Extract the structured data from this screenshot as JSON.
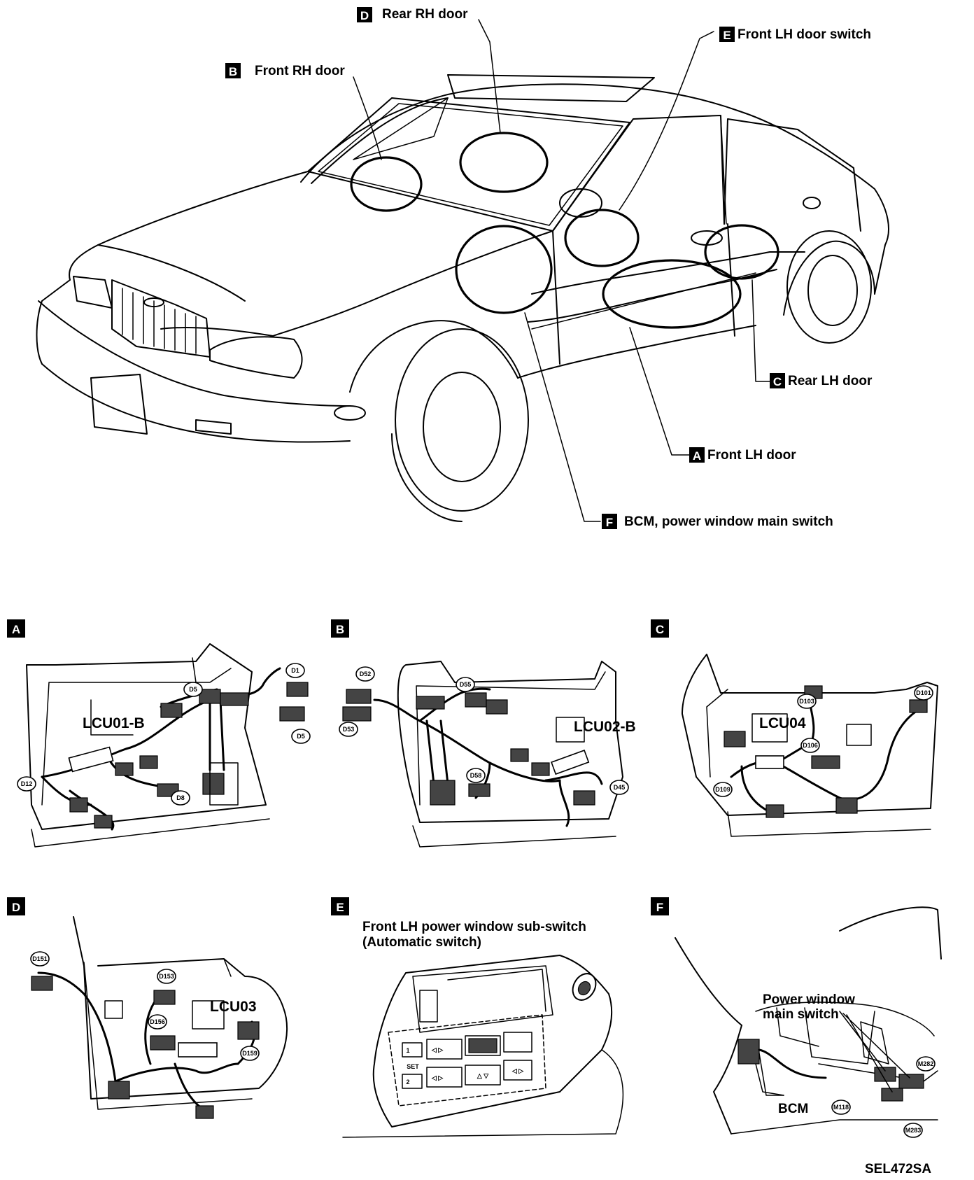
{
  "overview": {
    "callouts": [
      {
        "letter": "D",
        "label": "Rear RH door"
      },
      {
        "letter": "B",
        "label": "Front RH door"
      },
      {
        "letter": "E",
        "label": "Front LH door switch"
      },
      {
        "letter": "C",
        "label": "Rear LH door"
      },
      {
        "letter": "A",
        "label": "Front LH door"
      },
      {
        "letter": "F",
        "label": "BCM, power window main switch"
      }
    ]
  },
  "panels": {
    "A": {
      "letter": "A",
      "unit": "LCU01-B",
      "connectors": [
        "D1",
        "D5",
        "D5",
        "D12",
        "D8"
      ]
    },
    "B": {
      "letter": "B",
      "unit": "LCU02-B",
      "connectors": [
        "D52",
        "D55",
        "D53",
        "D58",
        "D45"
      ]
    },
    "C": {
      "letter": "C",
      "unit": "LCU04",
      "connectors": [
        "D103",
        "D101",
        "D106",
        "D109"
      ]
    },
    "D": {
      "letter": "D",
      "unit": "LCU03",
      "connectors": [
        "D151",
        "D153",
        "D156",
        "D159"
      ]
    },
    "E": {
      "letter": "E",
      "title_line1": "Front LH power window sub-switch",
      "title_line2": "(Automatic switch)",
      "keys": [
        "1",
        "SET",
        "2"
      ]
    },
    "F": {
      "letter": "F",
      "switch_line1": "Power window",
      "switch_line2": "main switch",
      "bcm": "BCM",
      "connectors": [
        "M282",
        "M118",
        "M283"
      ]
    }
  },
  "figure_code": "SEL472SA"
}
